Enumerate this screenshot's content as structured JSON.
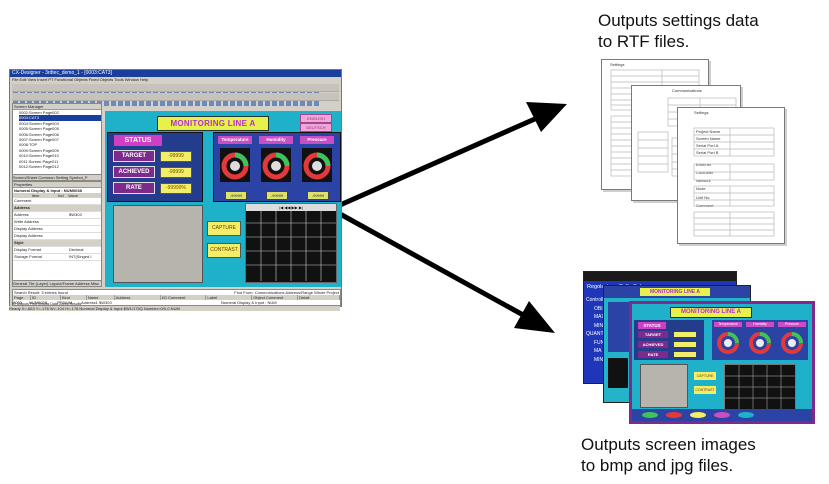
{
  "captions": {
    "top_line1": "Outputs settings data",
    "top_line2": "to RTF files.",
    "bottom_line1": "Outputs screen images",
    "bottom_line2": "to bmp and jpg files."
  },
  "designer": {
    "window_title": "CX-Designer - 3rdtec_demo_1 - [0003:CAT3]",
    "menu": "File  Edit  View  Insert  PT  Functional Objects  Fixed Objects  Tools  Window  Help",
    "screen_manager_title": "Screen Manager",
    "screens": [
      "0002:Screen Page002",
      "0003:CAT3",
      "0004:Screen Page004",
      "0005:Screen Page005",
      "0006:Screen Page006",
      "0007:Screen Page007",
      "0008:TOP",
      "0009:Screen Page009",
      "0010:Screen Page010",
      "0011:Screen Page011",
      "0012:Screen Page012"
    ],
    "tabs_left": "Screen/Sheet  Common Setting  Symbol_P",
    "properties_title": "Properties",
    "properties_object": "Numeral Display & Input : NUM0038",
    "properties_header": [
      "Item",
      "Ind",
      "Value"
    ],
    "properties_rows": [
      [
        "Comment",
        ""
      ],
      [
        "Address",
        ""
      ],
      [
        "Address",
        "$W303"
      ],
      [
        "Write Address",
        ""
      ],
      [
        "Display Address",
        ""
      ],
      [
        "Display Address",
        ""
      ],
      [
        "Style",
        ""
      ],
      [
        "Display Format",
        "Decimal"
      ],
      [
        "Storage Format",
        "INT(Singed I"
      ]
    ],
    "tabs_props": "General  Tile (Layer)  Layout/Frame  Address  Misc",
    "canvas": {
      "title": "MONITORING LINE A",
      "pink_buttons": [
        "ENGLISH",
        "DEUTSCH"
      ],
      "status_label": "STATUS",
      "rows": [
        {
          "label": "TARGET",
          "value": "-99999"
        },
        {
          "label": "ACHIEVED",
          "value": "-99999"
        },
        {
          "label": "RATE",
          "value": "-99999%"
        }
      ],
      "gauges": [
        {
          "label": "Temperature",
          "value": "-99999"
        },
        {
          "label": "Humidity",
          "value": "-99999"
        },
        {
          "label": "Pressure",
          "value": "-99999"
        }
      ],
      "capture": "CAPTURE",
      "contrast": "CONTRAST",
      "grid_controls": "|◀  ◀◀          ▶▶  ▶|"
    },
    "search_line": "Search Result: 3 entries found",
    "search_right": "Find From: Communications Address/Range Whole Project",
    "search_headers": [
      "Page",
      "ID",
      "Kind",
      "Name",
      "Address",
      "I/O Comment",
      "Label",
      "Object Comment",
      "Detail"
    ],
    "search_row": [
      "0003",
      "NUM0038",
      "PT/NUM",
      "Address1 $W303",
      "Numeral Display & Input : NUM"
    ],
    "bottom_tabs": "IO Outputs  Find Results  Data Check Results",
    "status_bar": "Ready     X=-663 Y=-178   W=-104 H=-178   Numeral Display & Input   $W1/175Q   Number=0/0-0   NUM"
  },
  "doc_stack": {
    "title": "Settings",
    "subtitle": "Communications",
    "labels": [
      "Project Name",
      "Screen Name",
      "Serial Port A",
      "Serial Port B",
      "Ethernet",
      "Controller",
      "Network",
      "Node",
      "Unit No.",
      "Comment"
    ]
  },
  "screen_stack": {
    "back_title": "Regolazione Dello Schermo",
    "mid_title": "MONITORING LINE A",
    "front_title": "MONITORING LINE A",
    "side_labels": [
      "Controllo",
      "OBI",
      "MAX",
      "MIN",
      "QUANTITA",
      "FUN",
      "MA",
      "MIN"
    ],
    "front_rows": [
      "TARGET",
      "ACHIEVED",
      "RATE"
    ],
    "front_status": "STATUS",
    "gauge_labels": [
      "Temperature",
      "Humidity",
      "Pressure"
    ],
    "front_buttons": [
      "CAPTURE",
      "CONTRAST"
    ]
  },
  "colors": {
    "arrow": "#000000",
    "canvas_bg": "#1fb1c9",
    "title_bg": "#e8f04a",
    "title_fg": "#b42fd6",
    "status_bg": "#243c8c",
    "label_bg": "#7c2b8c",
    "value_bg": "#f3ee68"
  }
}
